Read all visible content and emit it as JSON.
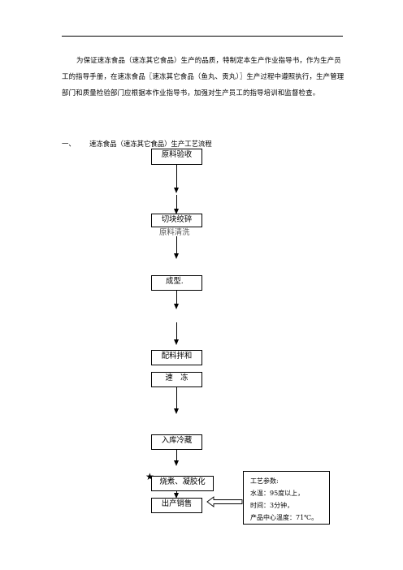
{
  "intro": "为保证速冻食品（速冻其它食品）生产的品质，特制定本生产作业指导书，作为生产员工的指导手册，在速冻食品〖速冻其它食品（鱼丸、贡丸）〗生产过程中遵照执行，生产管理部门和质量检验部门应根据本作业指导书，加强对生产员工的指导培训和监督检查。",
  "section": {
    "number": "一、",
    "title": "速冻食品（速冻其它食品）生产工艺流程"
  },
  "flow": {
    "steps": [
      "原料验收",
      "切块绞碎",
      "原料清洗",
      "成型.",
      "配料拌和",
      "速　冻",
      "入库冷藏",
      "烧煮、凝胶化",
      "出产销售"
    ],
    "critical_marker": "★"
  },
  "parameters": {
    "title": "工艺参数:",
    "lines": [
      "水温：95度以上，",
      "时间：3分钟，",
      "产品中心温度：71℃。"
    ]
  }
}
